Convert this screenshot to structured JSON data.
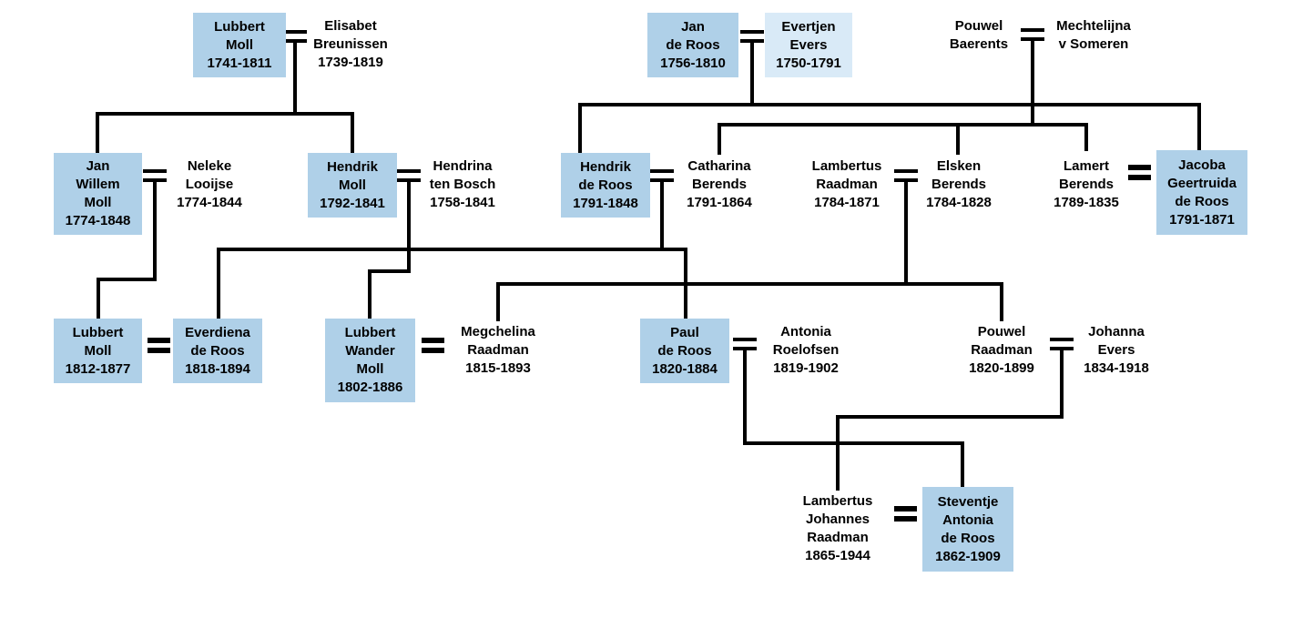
{
  "diagram_type": "family-tree",
  "colors": {
    "background": "#FFFFFF",
    "line_color": "#000000",
    "text_color": "#000000",
    "highlight_blue": "#AFD0E8",
    "highlight_light_blue": "#D9EAF7"
  },
  "persons": [
    {
      "id": "lubbert-moll-1741",
      "name": "Lubbert Moll",
      "dates": "1741-1811",
      "highlight": "blue",
      "lines": [
        "Lubbert",
        "Moll",
        "1741-1811"
      ]
    },
    {
      "id": "elisabet-breunissen",
      "name": "Elisabet Breunissen",
      "dates": "1739-1819",
      "highlight": "none",
      "lines": [
        "Elisabet",
        "Breunissen",
        "1739-1819"
      ]
    },
    {
      "id": "jan-de-roos",
      "name": "Jan de Roos",
      "dates": "1756-1810",
      "highlight": "blue",
      "lines": [
        "Jan",
        "de Roos",
        "1756-1810"
      ]
    },
    {
      "id": "evertjen-evers",
      "name": "Evertjen Evers",
      "dates": "1750-1791",
      "highlight": "light-blue",
      "lines": [
        "Evertjen",
        "Evers",
        "1750-1791"
      ]
    },
    {
      "id": "pouwel-baerents",
      "name": "Pouwel Baerents",
      "dates": "",
      "highlight": "none",
      "lines": [
        "Pouwel",
        "Baerents"
      ]
    },
    {
      "id": "mechtelijna-v-someren",
      "name": "Mechtelijna v Someren",
      "dates": "",
      "highlight": "none",
      "lines": [
        "Mechtelijna",
        "v Someren"
      ]
    },
    {
      "id": "jan-willem-moll",
      "name": "Jan Willem Moll",
      "dates": "1774-1848",
      "highlight": "blue",
      "lines": [
        "Jan",
        "Willem",
        "Moll",
        "1774-1848"
      ]
    },
    {
      "id": "neleke-looijse",
      "name": "Neleke Looijse",
      "dates": "1774-1844",
      "highlight": "none",
      "lines": [
        "Neleke",
        "Looijse",
        "1774-1844"
      ]
    },
    {
      "id": "hendrik-moll",
      "name": "Hendrik Moll",
      "dates": "1792-1841",
      "highlight": "blue",
      "lines": [
        "Hendrik",
        "Moll",
        "1792-1841"
      ]
    },
    {
      "id": "hendrina-ten-bosch",
      "name": "Hendrina ten Bosch",
      "dates": "1758-1841",
      "highlight": "none",
      "lines": [
        "Hendrina",
        "ten Bosch",
        "1758-1841"
      ]
    },
    {
      "id": "hendrik-de-roos",
      "name": "Hendrik de Roos",
      "dates": "1791-1848",
      "highlight": "blue",
      "lines": [
        "Hendrik",
        "de Roos",
        "1791-1848"
      ]
    },
    {
      "id": "catharina-berends",
      "name": "Catharina Berends",
      "dates": "1791-1864",
      "highlight": "none",
      "lines": [
        "Catharina",
        "Berends",
        "1791-1864"
      ]
    },
    {
      "id": "lambertus-raadman",
      "name": "Lambertus Raadman",
      "dates": "1784-1871",
      "highlight": "none",
      "lines": [
        "Lambertus",
        "Raadman",
        "1784-1871"
      ]
    },
    {
      "id": "elsken-berends",
      "name": "Elsken Berends",
      "dates": "1784-1828",
      "highlight": "none",
      "lines": [
        "Elsken",
        "Berends",
        "1784-1828"
      ]
    },
    {
      "id": "lamert-berends",
      "name": "Lamert Berends",
      "dates": "1789-1835",
      "highlight": "none",
      "lines": [
        "Lamert",
        "Berends",
        "1789-1835"
      ]
    },
    {
      "id": "jacoba-geertruida-de-roos",
      "name": "Jacoba Geertruida de Roos",
      "dates": "1791-1871",
      "highlight": "blue",
      "lines": [
        "Jacoba",
        "Geertruida",
        "de Roos",
        "1791-1871"
      ]
    },
    {
      "id": "lubbert-moll-1812",
      "name": "Lubbert Moll",
      "dates": "1812-1877",
      "highlight": "blue",
      "lines": [
        "Lubbert",
        "Moll",
        "1812-1877"
      ]
    },
    {
      "id": "everdiena-de-roos",
      "name": "Everdiena de Roos",
      "dates": "1818-1894",
      "highlight": "blue",
      "lines": [
        "Everdiena",
        "de Roos",
        "1818-1894"
      ]
    },
    {
      "id": "lubbert-wander-moll",
      "name": "Lubbert Wander Moll",
      "dates": "1802-1886",
      "highlight": "blue",
      "lines": [
        "Lubbert",
        "Wander",
        "Moll",
        "1802-1886"
      ]
    },
    {
      "id": "megchelina-raadman",
      "name": "Megchelina Raadman",
      "dates": "1815-1893",
      "highlight": "none",
      "lines": [
        "Megchelina",
        "Raadman",
        "1815-1893"
      ]
    },
    {
      "id": "paul-de-roos",
      "name": "Paul de Roos",
      "dates": "1820-1884",
      "highlight": "blue",
      "lines": [
        "Paul",
        "de Roos",
        "1820-1884"
      ]
    },
    {
      "id": "antonia-roelofsen",
      "name": "Antonia Roelofsen",
      "dates": "1819-1902",
      "highlight": "none",
      "lines": [
        "Antonia",
        "Roelofsen",
        "1819-1902"
      ]
    },
    {
      "id": "pouwel-raadman",
      "name": "Pouwel Raadman",
      "dates": "1820-1899",
      "highlight": "none",
      "lines": [
        "Pouwel",
        "Raadman",
        "1820-1899"
      ]
    },
    {
      "id": "johanna-evers",
      "name": "Johanna Evers",
      "dates": "1834-1918",
      "highlight": "none",
      "lines": [
        "Johanna",
        "Evers",
        "1834-1918"
      ]
    },
    {
      "id": "lambertus-johannes-raadman",
      "name": "Lambertus Johannes Raadman",
      "dates": "1865-1944",
      "highlight": "none",
      "lines": [
        "Lambertus",
        "Johannes",
        "Raadman",
        "1865-1944"
      ]
    },
    {
      "id": "steventje-antonia-de-roos",
      "name": "Steventje Antonia de Roos",
      "dates": "1862-1909",
      "highlight": "blue",
      "lines": [
        "Steventje",
        "Antonia",
        "de Roos",
        "1862-1909"
      ]
    }
  ],
  "families": [
    {
      "partners": [
        "Lubbert Moll 1741-1811",
        "Elisabet Breunissen 1739-1819"
      ],
      "children": [
        "Jan Willem Moll 1774-1848",
        "Hendrik Moll 1792-1841"
      ]
    },
    {
      "partners": [
        "Jan de Roos 1756-1810",
        "Evertjen Evers 1750-1791"
      ],
      "children": [
        "Hendrik de Roos 1791-1848",
        "Jacoba Geertruida de Roos 1791-1871"
      ]
    },
    {
      "partners": [
        "Pouwel Baerents",
        "Mechtelijna v Someren"
      ],
      "children": [
        "Catharina Berends 1791-1864",
        "Elsken Berends 1784-1828",
        "Lamert Berends 1789-1835"
      ]
    },
    {
      "partners": [
        "Jan Willem Moll 1774-1848",
        "Neleke Looijse 1774-1844"
      ],
      "children": [
        "Lubbert Moll 1812-1877"
      ]
    },
    {
      "partners": [
        "Hendrik Moll 1792-1841",
        "Hendrina ten Bosch 1758-1841"
      ],
      "children": [
        "Lubbert Wander Moll 1802-1886"
      ]
    },
    {
      "partners": [
        "Hendrik de Roos 1791-1848",
        "Catharina Berends 1791-1864"
      ],
      "children": [
        "Everdiena de Roos 1818-1894",
        "Paul de Roos 1820-1884"
      ]
    },
    {
      "partners": [
        "Lambertus Raadman 1784-1871",
        "Elsken Berends 1784-1828"
      ],
      "children": [
        "Megchelina Raadman 1815-1893",
        "Pouwel Raadman 1820-1899"
      ]
    },
    {
      "partners": [
        "Lamert Berends 1789-1835",
        "Jacoba Geertruida de Roos 1791-1871"
      ],
      "children": []
    },
    {
      "partners": [
        "Lubbert Moll 1812-1877",
        "Everdiena de Roos 1818-1894"
      ],
      "children": []
    },
    {
      "partners": [
        "Lubbert Wander Moll 1802-1886",
        "Megchelina Raadman 1815-1893"
      ],
      "children": []
    },
    {
      "partners": [
        "Paul de Roos 1820-1884",
        "Antonia Roelofsen 1819-1902"
      ],
      "children": [
        "Steventje Antonia de Roos 1862-1909"
      ]
    },
    {
      "partners": [
        "Pouwel Raadman 1820-1899",
        "Johanna Evers 1834-1918"
      ],
      "children": [
        "Lambertus Johannes Raadman 1865-1944"
      ]
    },
    {
      "partners": [
        "Lambertus Johannes Raadman 1865-1944",
        "Steventje Antonia de Roos 1862-1909"
      ],
      "children": []
    }
  ]
}
